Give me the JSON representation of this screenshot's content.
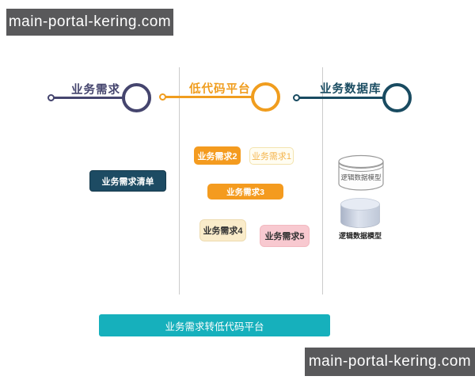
{
  "watermarks": {
    "top_left": "main-portal-kering.com",
    "bottom_right": "main-portal-kering.com"
  },
  "colors": {
    "watermark_bg": "#59595b",
    "left_accent": "#45456e",
    "middle_accent": "#f09d1e",
    "right_accent": "#194b61",
    "list_button_bg": "#1d4b63",
    "tag_orange": "#f49b1f",
    "tag_cream_light": "#fffdf2",
    "tag_cream": "#faecca",
    "tag_pink": "#f8c9d0",
    "banner_bg": "#16b0bc",
    "divider": "#cbcbcb"
  },
  "columns": {
    "left": {
      "title": "业务需求"
    },
    "middle": {
      "title": "低代码平台"
    },
    "right": {
      "title": "业务数据库"
    }
  },
  "left_column": {
    "list_button": "业务需求清单"
  },
  "middle_column": {
    "tags": [
      {
        "label": "业务需求1"
      },
      {
        "label": "业务需求2"
      },
      {
        "label": "业务需求3"
      },
      {
        "label": "业务需求4"
      },
      {
        "label": "业务需求5"
      }
    ]
  },
  "right_column": {
    "cylinder_top_label": "逻辑数据模型",
    "cylinder_bottom_label": "逻辑数据模型"
  },
  "footer_banner": "业务需求转低代码平台"
}
